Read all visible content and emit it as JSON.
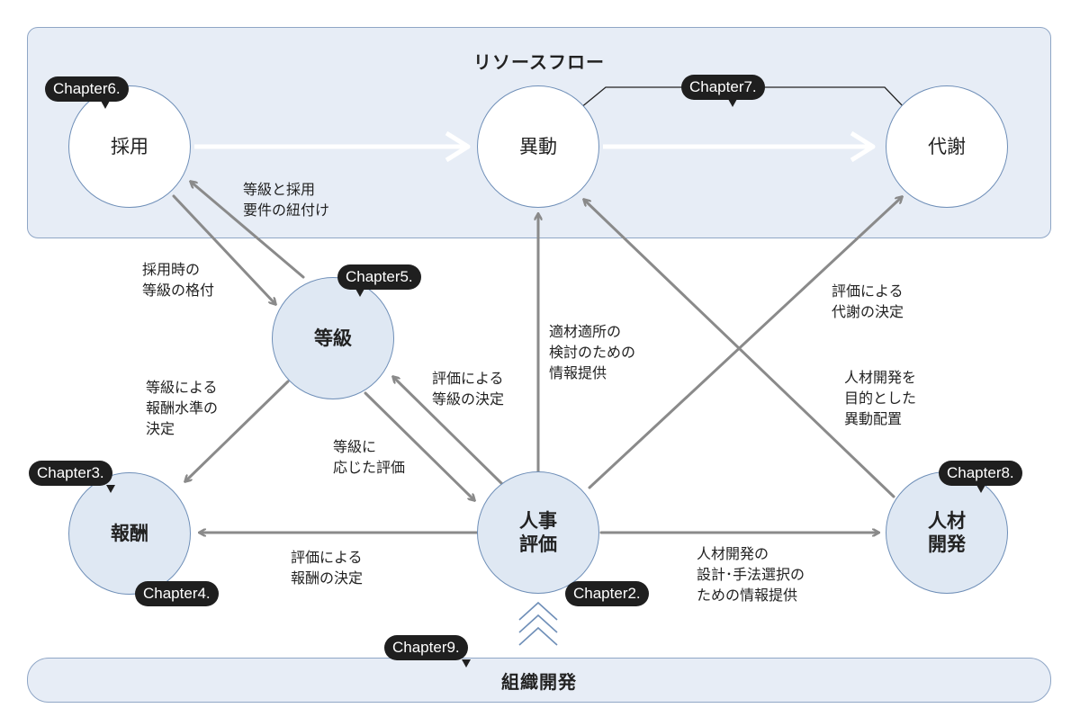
{
  "resource_flow": {
    "title": "リソースフロー"
  },
  "org_dev": {
    "title": "組織開発"
  },
  "nodes": {
    "saiyo": "採用",
    "ido": "異動",
    "taisha": "代謝",
    "tokyu": "等級",
    "hoshu": "報酬",
    "hyoka": "人事\n評価",
    "jinzai": "人材\n開発"
  },
  "badges": {
    "ch2": "Chapter2.",
    "ch3": "Chapter3.",
    "ch4": "Chapter4.",
    "ch5": "Chapter5.",
    "ch6": "Chapter6.",
    "ch7": "Chapter7.",
    "ch8": "Chapter8.",
    "ch9": "Chapter9."
  },
  "labels": {
    "tokyu_saiyo_link": "等級と採用\n要件の紐付け",
    "saiyo_tokyu_grade": "採用時の\n等級の格付",
    "tokyu_hoshu": "等級による\n報酬水準の\n決定",
    "hyoka_tokyu": "評価による\n等級の決定",
    "tokyu_hyoka": "等級に\n応じた評価",
    "hyoka_ido": "適材適所の\n検討のための\n情報提供",
    "hyoka_taisha": "評価による\n代謝の決定",
    "jinzai_ido": "人材開発を\n目的とした\n異動配置",
    "hyoka_hoshu": "評価による\n報酬の決定",
    "hyoka_jinzai": "人材開発の\n設計･手法選択の\nための情報提供"
  },
  "colors": {
    "panel_fill": "#e7edf6",
    "panel_border": "#8fa6c6",
    "arrow": "#8a8a8a",
    "badge": "#1f1f1f"
  }
}
